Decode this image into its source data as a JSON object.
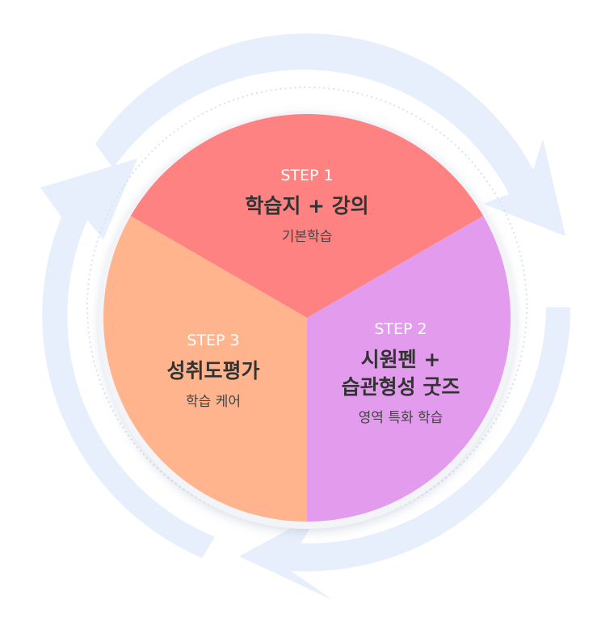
{
  "cycle": {
    "segments": [
      {
        "step": "STEP 1",
        "title_lines": [
          "학습지 + 강의"
        ],
        "subtitle": "기본학습",
        "color": "#ff8282"
      },
      {
        "step": "STEP 2",
        "title_lines": [
          "시원펜 +",
          "습관형성 굿즈"
        ],
        "subtitle": "영역 특화 학습",
        "color": "#e39bee"
      },
      {
        "step": "STEP 3",
        "title_lines": [
          "성취도평가"
        ],
        "subtitle": "학습 케어",
        "color": "#ffb48e"
      }
    ],
    "arrow_ring_color": "#e7effc"
  }
}
